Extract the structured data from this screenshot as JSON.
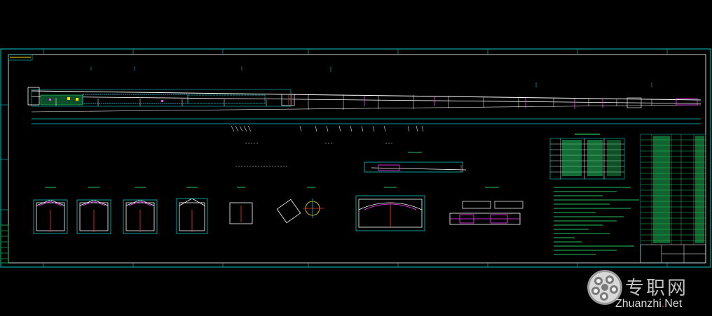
{
  "drawing": {
    "frame_color": "#00c8c8",
    "belt_color": "#ffffff",
    "detail_color": "#e6e6e6",
    "accent_green": "#22c55e",
    "accent_magenta": "#ff3dff",
    "accent_yellow": "#ffe000",
    "accent_red": "#ff3030",
    "accent_blue": "#3b82f6"
  },
  "watermark": {
    "cn_text": "专职网",
    "en_text": "Zhuanzhi",
    "en_dot": ".",
    "en_suffix": "Net"
  }
}
